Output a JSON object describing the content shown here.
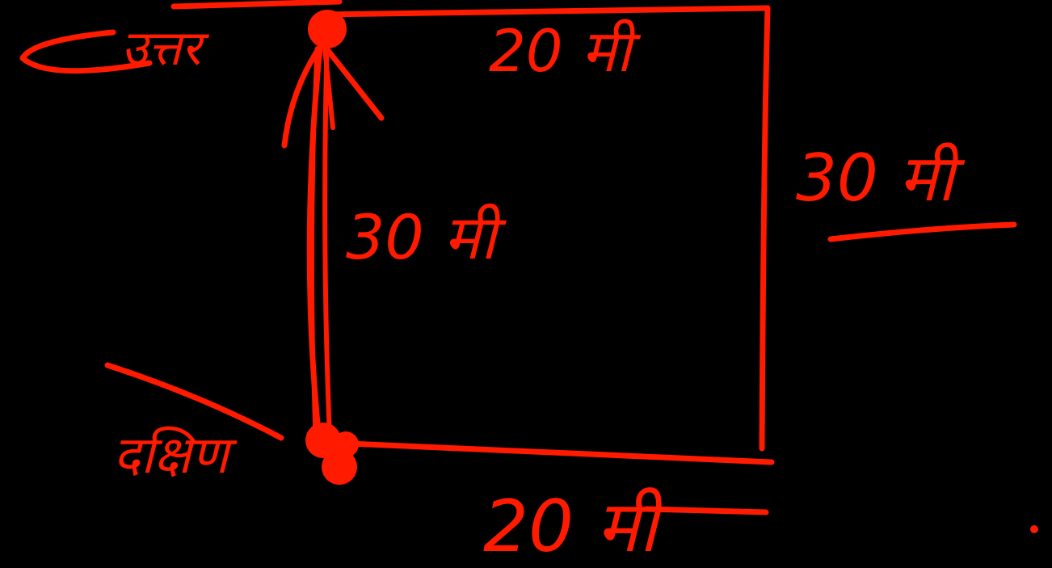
{
  "colors": {
    "background": "#000000",
    "ink": "#ff1a00"
  },
  "labels": {
    "top_edge": "20 मी",
    "bottom_edge": "20 मी",
    "left_edge": "30 मी",
    "right_edge": "30 मी",
    "start_point": "उत्तर",
    "end_point": "दक्षिण"
  }
}
